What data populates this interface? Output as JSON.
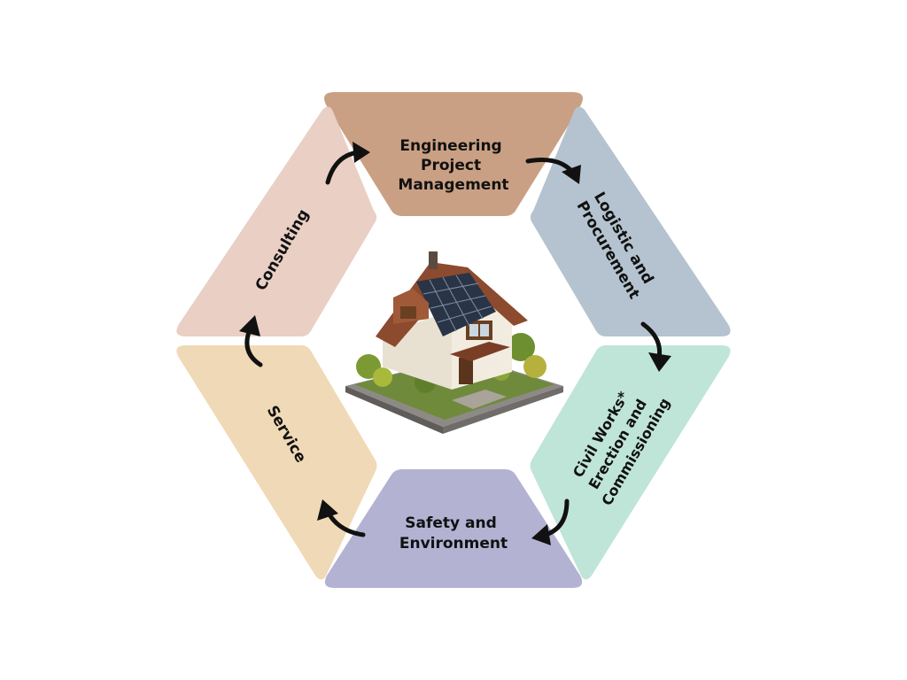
{
  "diagram": {
    "segments": [
      {
        "id": "top",
        "lines": [
          "Engineering",
          "Project",
          "Management"
        ],
        "color": "#caa084"
      },
      {
        "id": "upper-right",
        "lines": [
          "Logistic and",
          "Procurement"
        ],
        "color": "#b4c3cf"
      },
      {
        "id": "lower-right",
        "lines": [
          "Civil Works*",
          "Erection and",
          "Commissioning"
        ],
        "color": "#bfe5d9"
      },
      {
        "id": "bottom",
        "lines": [
          "Safety and",
          "Environment"
        ],
        "color": "#b3b2d3"
      },
      {
        "id": "lower-left",
        "lines": [
          "Service"
        ],
        "color": "#f0d9b6"
      },
      {
        "id": "upper-left",
        "lines": [
          "Consulting"
        ],
        "color": "#e9cfc4"
      }
    ],
    "center_image": "house-with-solar-panels",
    "arrow_color": "#111111"
  }
}
